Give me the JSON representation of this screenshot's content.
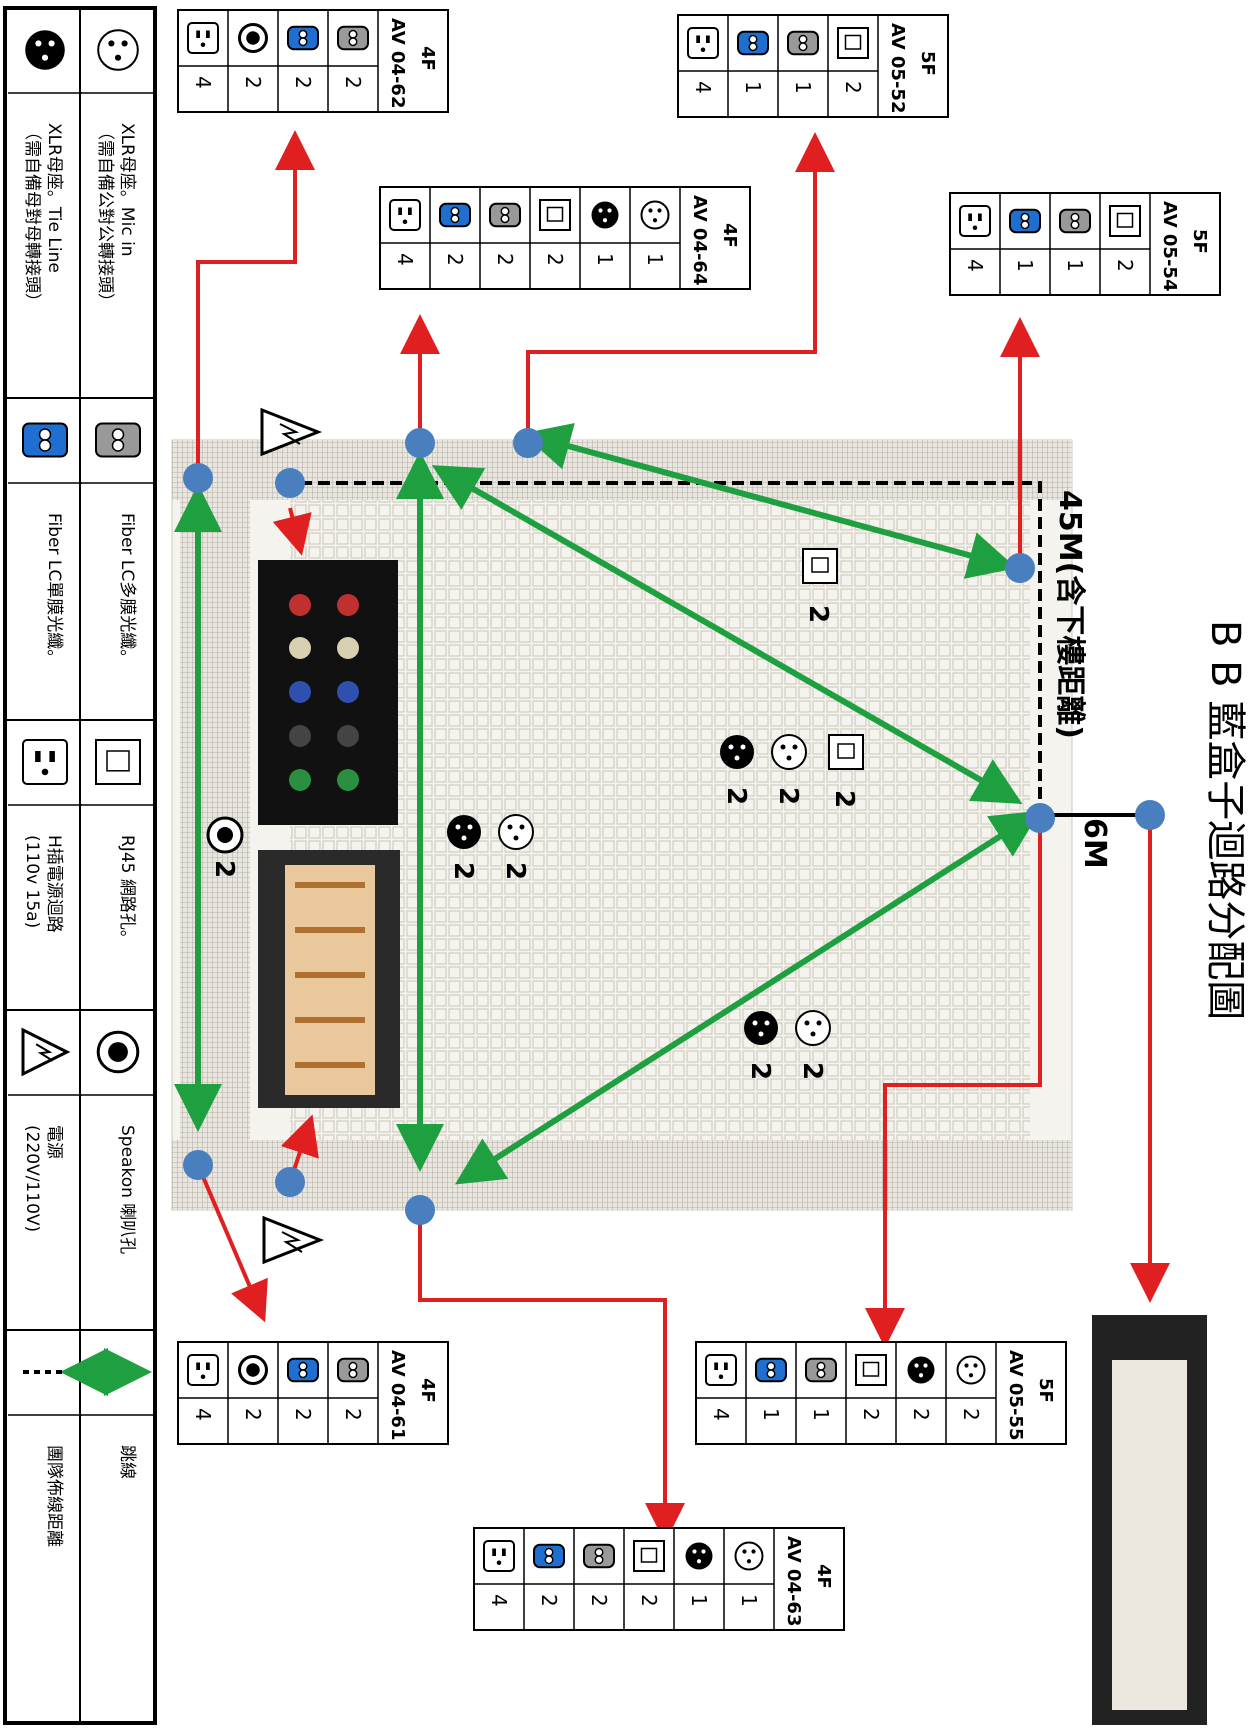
{
  "title": "B B 藍盒子迴路分配圖",
  "distance_total": "45M(含下樓距離)",
  "distance_short": "6M",
  "colors": {
    "red": "#e02020",
    "green": "#1fa040",
    "blue_dot": "#4a7fbf",
    "black": "#000000",
    "fiber_blue": "#1e6fd0"
  },
  "stage_counts": {
    "xlr_male_a": "2",
    "xlr_female_a": "2",
    "xlr_male_b": "2",
    "xlr_female_b": "2",
    "xlr_male_c": "2",
    "xlr_female_c": "2",
    "rj45_a": "2",
    "rj45_b": "2",
    "speakon": "2"
  },
  "boxes": [
    {
      "floor": "4F",
      "id": "AV 04-62",
      "rows": [
        {
          "icon": "power-outlet-icon",
          "count": "4"
        },
        {
          "icon": "speakon-icon",
          "count": "2"
        },
        {
          "icon": "fiber-lc-single-icon",
          "count": "2"
        },
        {
          "icon": "fiber-lc-multi-icon",
          "count": "2"
        }
      ]
    },
    {
      "floor": "5F",
      "id": "AV 05-52",
      "rows": [
        {
          "icon": "power-outlet-icon",
          "count": "4"
        },
        {
          "icon": "fiber-lc-single-icon",
          "count": "1"
        },
        {
          "icon": "fiber-lc-multi-icon",
          "count": "1"
        },
        {
          "icon": "rj45-icon",
          "count": "2"
        }
      ]
    },
    {
      "floor": "4F",
      "id": "AV 04-64",
      "rows": [
        {
          "icon": "power-outlet-icon",
          "count": "4"
        },
        {
          "icon": "fiber-lc-single-icon",
          "count": "2"
        },
        {
          "icon": "fiber-lc-multi-icon",
          "count": "2"
        },
        {
          "icon": "rj45-icon",
          "count": "2"
        },
        {
          "icon": "xlr-male-icon",
          "count": "1"
        },
        {
          "icon": "xlr-female-icon",
          "count": "1"
        }
      ]
    },
    {
      "floor": "5F",
      "id": "AV 05-54",
      "rows": [
        {
          "icon": "power-outlet-icon",
          "count": "4"
        },
        {
          "icon": "fiber-lc-single-icon",
          "count": "1"
        },
        {
          "icon": "fiber-lc-multi-icon",
          "count": "1"
        },
        {
          "icon": "rj45-icon",
          "count": "2"
        }
      ]
    },
    {
      "floor": "4F",
      "id": "AV 04-61",
      "rows": [
        {
          "icon": "power-outlet-icon",
          "count": "4"
        },
        {
          "icon": "speakon-icon",
          "count": "2"
        },
        {
          "icon": "fiber-lc-single-icon",
          "count": "2"
        },
        {
          "icon": "fiber-lc-multi-icon",
          "count": "2"
        }
      ]
    },
    {
      "floor": "5F",
      "id": "AV 05-55",
      "rows": [
        {
          "icon": "power-outlet-icon",
          "count": "4"
        },
        {
          "icon": "fiber-lc-single-icon",
          "count": "1"
        },
        {
          "icon": "fiber-lc-multi-icon",
          "count": "1"
        },
        {
          "icon": "rj45-icon",
          "count": "2"
        },
        {
          "icon": "xlr-male-icon",
          "count": "2"
        },
        {
          "icon": "xlr-female-icon",
          "count": "2"
        }
      ]
    },
    {
      "floor": "4F",
      "id": "AV 04-63",
      "rows": [
        {
          "icon": "power-outlet-icon",
          "count": "4"
        },
        {
          "icon": "fiber-lc-single-icon",
          "count": "2"
        },
        {
          "icon": "fiber-lc-multi-icon",
          "count": "2"
        },
        {
          "icon": "rj45-icon",
          "count": "2"
        },
        {
          "icon": "xlr-male-icon",
          "count": "1"
        },
        {
          "icon": "xlr-female-icon",
          "count": "1"
        }
      ]
    }
  ],
  "legend": [
    {
      "icon": "xlr-female-icon",
      "text": "XLR母座。Mic in",
      "sub": "（需自備公對公轉接頭）"
    },
    {
      "icon": "xlr-male-icon",
      "text": "XLR母座。Tie Line",
      "sub": "（需自備母對母轉接頭）"
    },
    {
      "icon": "fiber-lc-multi-icon",
      "text": "Fiber LC多膜光纖。",
      "sub": ""
    },
    {
      "icon": "fiber-lc-single-icon",
      "text": "Fiber LC單膜光纖。",
      "sub": ""
    },
    {
      "icon": "rj45-icon",
      "text": "RJ45 網路孔。",
      "sub": ""
    },
    {
      "icon": "power-outlet-icon",
      "text": "H插電源迴路",
      "sub": "(110v 15a)"
    },
    {
      "icon": "speakon-icon",
      "text": "Speakon 喇叭孔",
      "sub": ""
    },
    {
      "icon": "high-voltage-icon",
      "text": "電源",
      "sub": "(220V/110V)"
    },
    {
      "icon": "jumper-arrow-icon",
      "text": "跳線",
      "sub": ""
    },
    {
      "icon": "dashed-line-icon",
      "text": "團隊佈線距離",
      "sub": ""
    }
  ]
}
